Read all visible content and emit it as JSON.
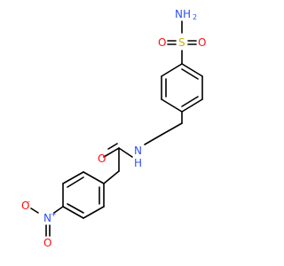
{
  "colors": {
    "bond": "#000000",
    "carbon": "#000000",
    "nitrogen": "#3050F8",
    "oxygen": "#FF0D0D",
    "sulfur": "#C8B400"
  },
  "atoms": {
    "sulfonamide_n": "NH",
    "sulfonamide_n_sub": "2",
    "sulfonyl_s": "S",
    "sulfonyl_o_left": "O",
    "sulfonyl_o_right": "O",
    "amide_o": "O",
    "amide_n": "N",
    "amide_h": "H",
    "nitro_n": "N",
    "nitro_n_charge": "+",
    "nitro_o_minus": "O",
    "nitro_o_charge": "-",
    "nitro_o": "O"
  }
}
